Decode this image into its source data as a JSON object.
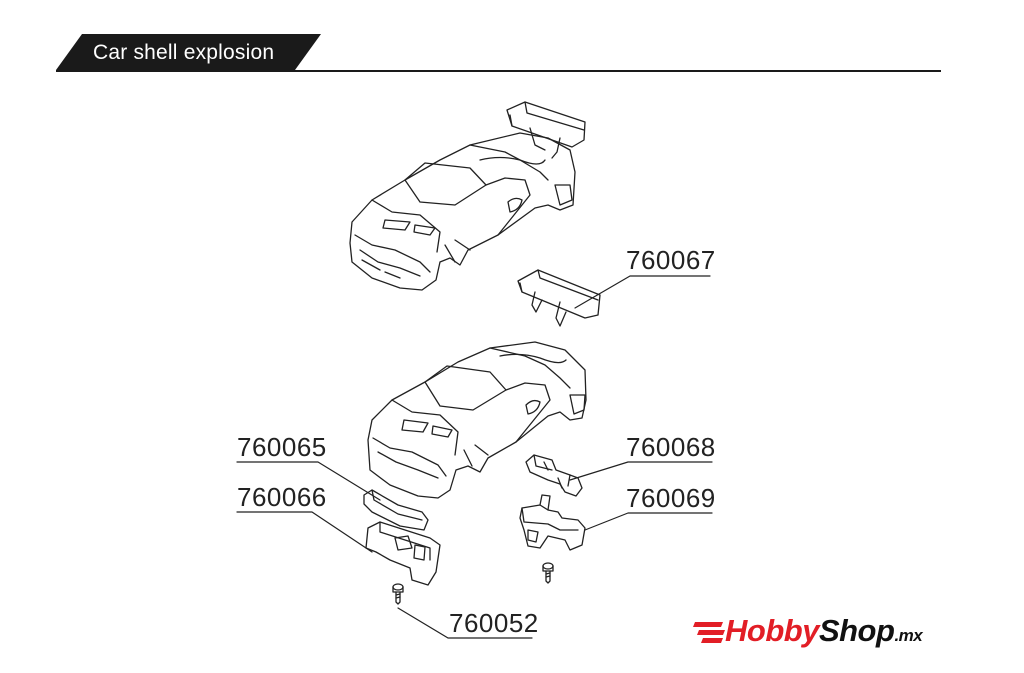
{
  "header": {
    "title": "Car shell explosion"
  },
  "parts": {
    "wing": "760067",
    "front_clip_upper": "760065",
    "front_clip_lower": "760066",
    "rear_clip_upper": "760068",
    "rear_clip_lower": "760069",
    "screw": "760052"
  },
  "logo": {
    "brand_red": "Hobby",
    "brand_dark": "Shop",
    "tld": ".mx",
    "color_red": "#e21e26"
  }
}
